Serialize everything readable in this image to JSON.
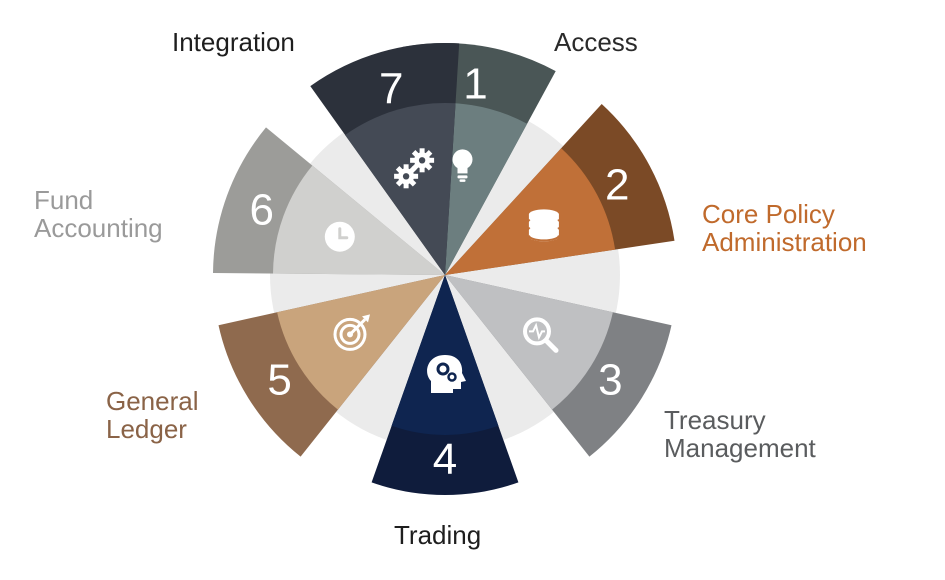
{
  "colors": {
    "inner_disc": "#ebebeb",
    "number": "#ffffff"
  },
  "segments": [
    {
      "number": "1",
      "label": "Access",
      "label_lines": [
        "Access"
      ],
      "icon": "lightbulb-icon",
      "outer_color": "#4a5656",
      "inner_color": "#6c7e7f",
      "label_color": "#2a2a2a"
    },
    {
      "number": "2",
      "label": "Core Policy Administration",
      "label_lines": [
        "Core Policy",
        "Administration"
      ],
      "icon": "database-icon",
      "outer_color": "#7b4a26",
      "inner_color": "#c07038",
      "label_color": "#c06a2c"
    },
    {
      "number": "3",
      "label": "Treasury Management",
      "label_lines": [
        "Treasury",
        "Management"
      ],
      "icon": "search-chart-icon",
      "outer_color": "#7f8184",
      "inner_color": "#bfc0c2",
      "label_color": "#5a5c5e"
    },
    {
      "number": "4",
      "label": "Trading",
      "label_lines": [
        "Trading"
      ],
      "icon": "brain-gears-icon",
      "outer_color": "#0f1c3c",
      "inner_color": "#0f2550",
      "label_color": "#1e1e1e"
    },
    {
      "number": "5",
      "label": "General Ledger",
      "label_lines": [
        "General",
        "Ledger"
      ],
      "icon": "target-icon",
      "outer_color": "#8f6a4e",
      "inner_color": "#c9a47c",
      "label_color": "#8a6347"
    },
    {
      "number": "6",
      "label": "Fund Accounting",
      "label_lines": [
        "Fund",
        "Accounting"
      ],
      "icon": "clock-icon",
      "outer_color": "#9c9c99",
      "inner_color": "#d0d0ce",
      "label_color": "#9a9a9a"
    },
    {
      "number": "7",
      "label": "Integration",
      "label_lines": [
        "Integration"
      ],
      "icon": "gears-icon",
      "outer_color": "#2c313b",
      "inner_color": "#444a55",
      "label_color": "#1e1e1e"
    }
  ]
}
